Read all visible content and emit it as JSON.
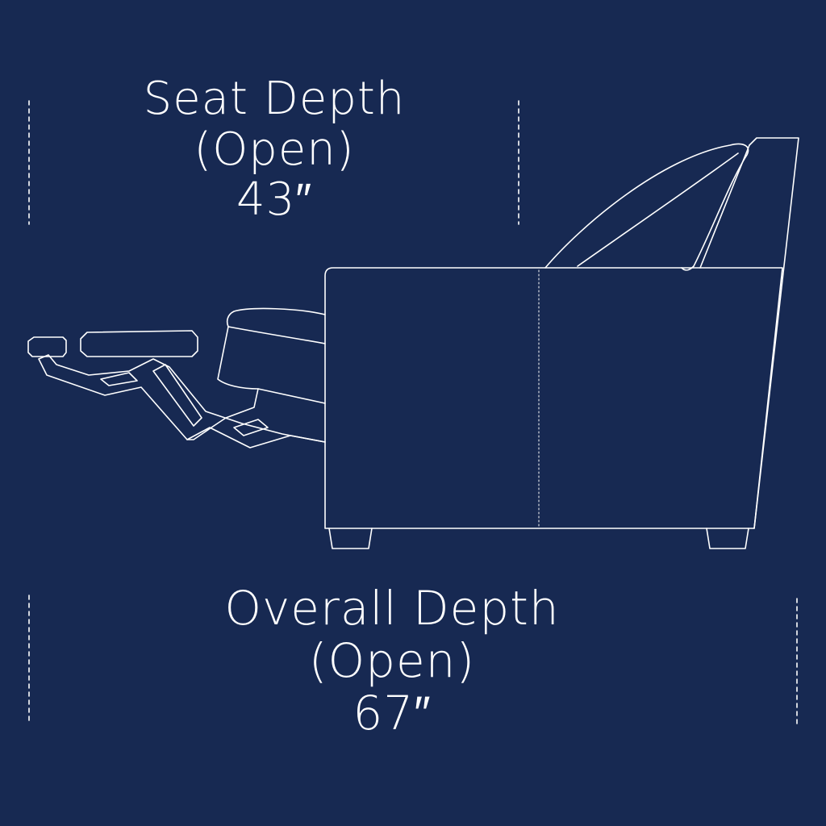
{
  "seat_depth": {
    "title": "Seat Depth",
    "qualifier": "(Open)",
    "value": "43″"
  },
  "overall_depth": {
    "title": "Overall Depth",
    "qualifier": "(Open)",
    "value": "67″"
  },
  "colors": {
    "background": "#172952",
    "line": "#ffffff"
  }
}
